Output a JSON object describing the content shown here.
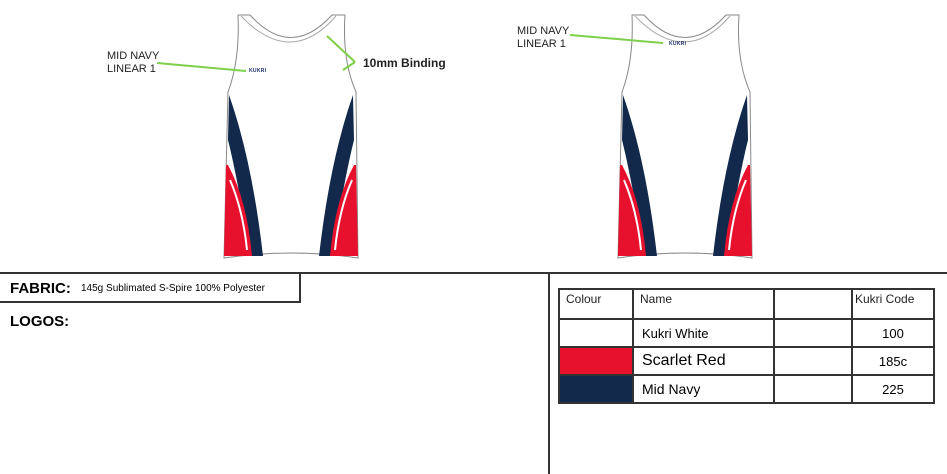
{
  "annotations": {
    "front_logo_label": [
      "MID NAVY",
      "LINEAR 1"
    ],
    "binding_label": "10mm Binding",
    "back_logo_label": [
      "MID NAVY",
      "LINEAR 1"
    ],
    "logo_text": "KUKRI"
  },
  "colors": {
    "white": "#ffffff",
    "scarlet": "#e8112d",
    "navy": "#13294b",
    "callout": "#7dd04a"
  },
  "fabric": {
    "label": "FABRIC:",
    "value": "145g Sublimated S-Spire 100% Polyester"
  },
  "logos": {
    "label": "LOGOS:"
  },
  "table": {
    "headers": [
      "Colour",
      "Name",
      "",
      "Kukri Code"
    ],
    "rows": [
      {
        "name": "Kukri White",
        "code": "100",
        "swatch": "#ffffff"
      },
      {
        "name": "Scarlet Red",
        "code": "185c",
        "swatch": "#e8112d"
      },
      {
        "name": "Mid Navy",
        "code": "225",
        "swatch": "#13294b"
      }
    ]
  }
}
